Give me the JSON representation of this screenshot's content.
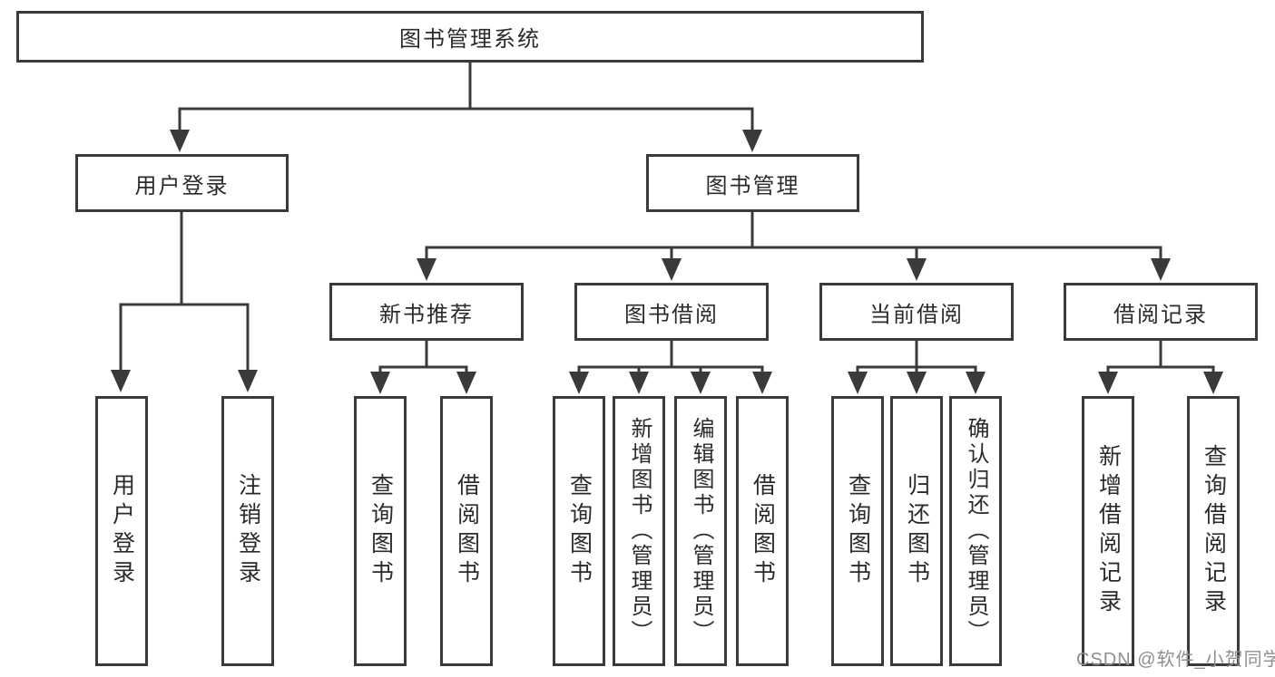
{
  "diagram": {
    "root": {
      "label": "图书管理系统"
    },
    "level2": [
      {
        "label": "用户登录"
      },
      {
        "label": "图书管理"
      }
    ],
    "level3": [
      {
        "label": "新书推荐"
      },
      {
        "label": "图书借阅"
      },
      {
        "label": "当前借阅"
      },
      {
        "label": "借阅记录"
      }
    ],
    "leaves": {
      "user_login": [
        {
          "label": "用户登录"
        },
        {
          "label": "注销登录"
        }
      ],
      "new_book_recommendation": [
        {
          "label": "查询图书"
        },
        {
          "label": "借阅图书"
        }
      ],
      "book_borrowing": [
        {
          "label": "查询图书"
        },
        {
          "label": "新增图书（管理员）"
        },
        {
          "label": "编辑图书（管理员）"
        },
        {
          "label": "借阅图书"
        }
      ],
      "current_borrowing": [
        {
          "label": "查询图书"
        },
        {
          "label": "归还图书"
        },
        {
          "label": "确认归还（管理员）"
        }
      ],
      "borrowing_records": [
        {
          "label": "新增借阅记录"
        },
        {
          "label": "查询借阅记录"
        }
      ]
    },
    "watermark": "CSDN @软件_小贺同学",
    "colors": {
      "line": "#3a3a3a",
      "text": "#2b2b2b",
      "watermark": "#8f8f8f",
      "background": "#ffffff"
    }
  }
}
